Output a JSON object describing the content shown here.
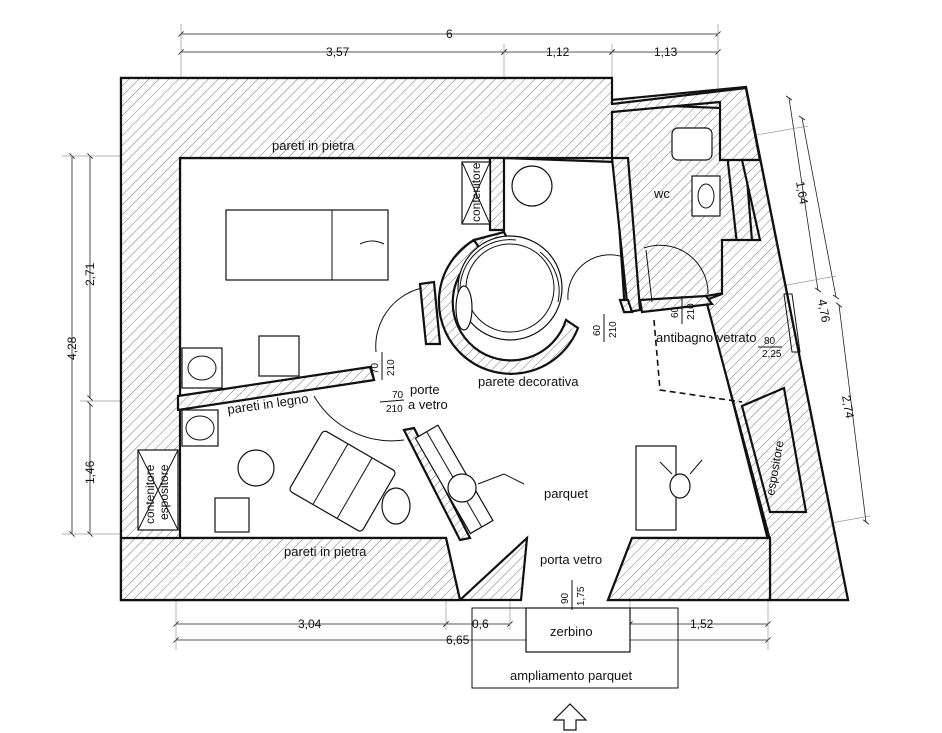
{
  "walls": {
    "stone_top": "pareti in pietra",
    "stone_bottom": "pareti in pietra",
    "wood": "pareti in legno",
    "decorative": "parete decorativa"
  },
  "rooms": {
    "wc": "wc",
    "antibagno": "antibagno vetrato",
    "parquet": "parquet",
    "ampliamento": "ampliamento parquet",
    "zerbino": "zerbino"
  },
  "furniture": {
    "contenitore_top": "contenitore",
    "contenitore_espositore_left": [
      "contenitore",
      "espositore"
    ],
    "espositore_right": "espositore"
  },
  "doors": {
    "glass_doors": [
      "porte",
      "a vetro"
    ],
    "glass_doors_size": {
      "w": "70",
      "h": "210"
    },
    "glass_doors_size_2": {
      "w": "70",
      "h": "210"
    },
    "decorative_door_size": {
      "w": "60",
      "h": "210"
    },
    "wc_door_size": {
      "w": "60",
      "h": "210"
    },
    "antibagno_size": {
      "w": "80",
      "h": "2,25"
    },
    "entrance": "porta  vetro",
    "entrance_size": {
      "w": "90",
      "h": "1,75"
    }
  },
  "dimensions": {
    "top_total": "6",
    "top_left": "3,57",
    "top_mid": "1,12",
    "top_right": "1,13",
    "left_upper": "2,71",
    "left_total": "4,28",
    "left_lower": "1,46",
    "right_upper": "1,64",
    "right_total": "4,76",
    "right_lower": "2,74",
    "bottom_left": "3,04",
    "bottom_mid": "0,6",
    "bottom_total": "6,65",
    "bottom_right": "1,52"
  },
  "icons": {
    "entrance_arrow": "up-arrow-icon"
  }
}
